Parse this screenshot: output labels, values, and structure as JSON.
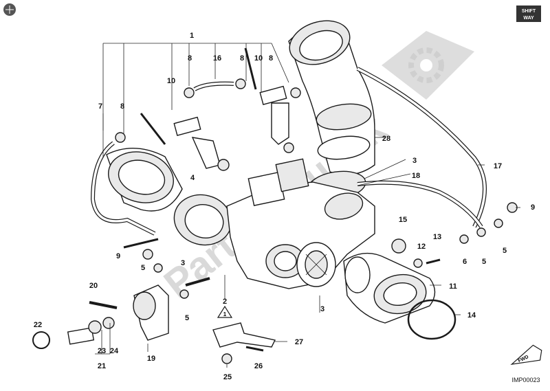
{
  "diagram": {
    "code": "IMP00023",
    "badge_top": "SHIFT",
    "badge_bottom": "WAY",
    "fwd_label": "FWD",
    "watermark": "PartsRepublik",
    "triangle_label": "1",
    "labels": {
      "l1": "1",
      "l2": "2",
      "l3a": "3",
      "l3b": "3",
      "l3c": "3",
      "l4": "4",
      "l5a": "5",
      "l5b": "5",
      "l5c": "5",
      "l5d": "5",
      "l6": "6",
      "l7": "7",
      "l8a": "8",
      "l8b": "8",
      "l8c": "8",
      "l8d": "8",
      "l9a": "9",
      "l9b": "9",
      "l10a": "10",
      "l10b": "10",
      "l11": "11",
      "l12": "12",
      "l13": "13",
      "l14": "14",
      "l15": "15",
      "l16": "16",
      "l17": "17",
      "l18": "18",
      "l19": "19",
      "l20": "20",
      "l21": "21",
      "l22": "22",
      "l23": "23",
      "l24": "24",
      "l25": "25",
      "l26": "26",
      "l27": "27",
      "l28": "28"
    }
  },
  "colors": {
    "ink": "#1a1a1a",
    "watermark": "#d9d9d9",
    "shade": "#e9e9e9"
  }
}
